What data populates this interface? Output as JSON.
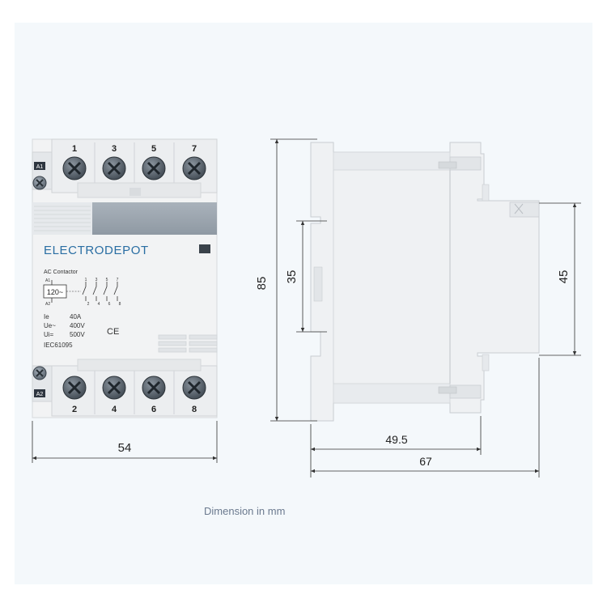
{
  "front": {
    "brand": "ELECTRODEPOT",
    "product": "AC Contactor",
    "top_terminals": [
      "1",
      "3",
      "5",
      "7"
    ],
    "bottom_terminals": [
      "2",
      "4",
      "6",
      "8"
    ],
    "coil_top_label": "A1",
    "coil_bottom_label": "A2",
    "coil_voltage": "120~",
    "wiring_top": [
      "A1",
      "1",
      "3",
      "5",
      "7"
    ],
    "wiring_bottom": [
      "A2",
      "2",
      "4",
      "6",
      "8"
    ],
    "specs": [
      {
        "key": "Ie",
        "value": "40A"
      },
      {
        "key": "Ue~",
        "value": "400V"
      },
      {
        "key": "Ui=",
        "value": "500V"
      }
    ],
    "ce_mark": "CE",
    "standard": "IEC61095"
  },
  "dimensions": {
    "width": "54",
    "height": "85",
    "rail": "35",
    "side_depth_inner": "49.5",
    "side_depth_total": "67",
    "front_height": "45"
  },
  "caption": "Dimension in mm",
  "colors": {
    "background_panel": "#f4f8fb",
    "device_body": "#f3f4f5",
    "label_band": "#9aa4ae",
    "brand_text": "#2a6ea3",
    "dimension_line": "#333333"
  }
}
